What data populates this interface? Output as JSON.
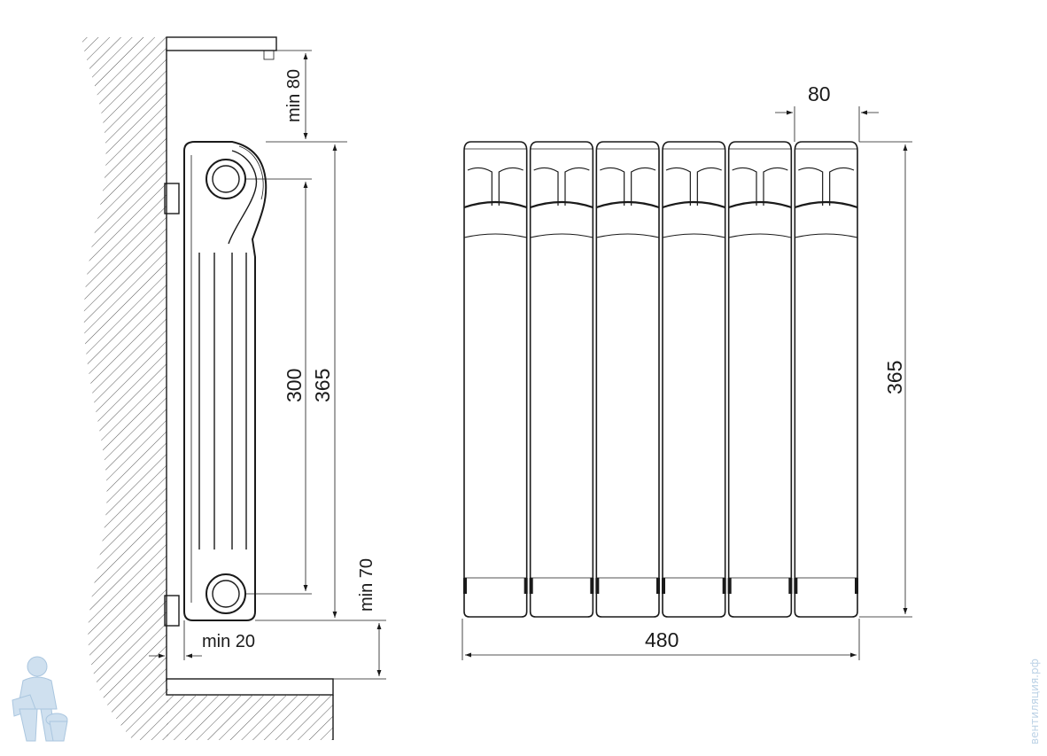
{
  "side_view": {
    "clearance_top": "min 80",
    "axis_distance": "300",
    "height": "365",
    "clearance_bottom": "min 70",
    "wall_gap": "min 20"
  },
  "front_view": {
    "section_width": "80",
    "height": "365",
    "total_width": "480",
    "section_count": 6
  },
  "watermark": {
    "text": "вентиляция.рф",
    "logo_color": "#bcd2e6"
  }
}
